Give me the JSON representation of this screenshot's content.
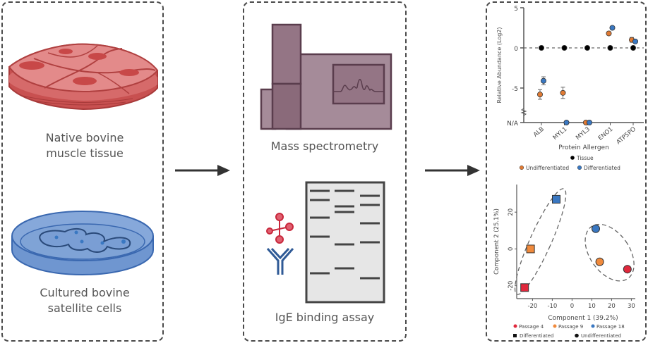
{
  "samples": {
    "native_tissue_label_line1": "Native bovine",
    "native_tissue_label_line2": "muscle tissue",
    "cultured_cells_label_line1": "Cultured bovine",
    "cultured_cells_label_line2": "satellite cells",
    "icons": [
      "muscle-tissue-icon",
      "petri-dish-icon"
    ]
  },
  "methods": {
    "mass_spec_label": "Mass spectrometry",
    "ige_assay_label": "IgE binding assay",
    "icons": [
      "mass-spectrometer-icon",
      "allergen-icon",
      "antibody-icon",
      "western-blot-icon"
    ]
  },
  "colors": {
    "tissue": "#000000",
    "undifferentiated": "#e07a33",
    "differentiated": "#3a78c2",
    "passage4": "#e0283c",
    "passage9": "#f08a3c",
    "passage18": "#3a78c2",
    "meat": "#d96a6a",
    "dish": "#7fa3d6",
    "machine": "#a58b99"
  },
  "chart_data": [
    {
      "type": "scatter",
      "title": "",
      "xlabel": "Protein Allergen",
      "ylabel": "Relative Abundance (Log2)",
      "categories": [
        "ALB",
        "MYL1",
        "MYL3",
        "ENO1",
        "ATP5PO"
      ],
      "ylim": [
        -9.5,
        5
      ],
      "yticks": [
        "5",
        "0",
        "-5",
        "N/A"
      ],
      "reference_line": 0,
      "legend": [
        "Tissue",
        "Undifferentiated",
        "Differentiated"
      ],
      "legend_placement": "bottom",
      "series": [
        {
          "name": "Tissue",
          "values": [
            0,
            0,
            0,
            0,
            0
          ]
        },
        {
          "name": "Undifferentiated",
          "values": [
            -5.8,
            -5.6,
            "N/A",
            1.8,
            1.0
          ],
          "error": [
            0.6,
            0.7,
            0,
            0.2,
            0.3
          ]
        },
        {
          "name": "Differentiated",
          "values": [
            -4.1,
            "N/A",
            "N/A",
            2.5,
            0.8
          ],
          "error": [
            0.5,
            0,
            0,
            0.1,
            0.1
          ]
        }
      ]
    },
    {
      "type": "scatter",
      "title": "",
      "xlabel": "Component 1 (39.2%)",
      "ylabel": "Component 2 (25.1%)",
      "xlim": [
        -28,
        32
      ],
      "ylim": [
        -27,
        35
      ],
      "xticks": [
        -20,
        -10,
        0,
        10,
        20,
        30
      ],
      "yticks": [
        -20,
        0,
        20
      ],
      "legend": [
        "Passage 4",
        "Passage 9",
        "Passage 18",
        "Differentiated",
        "Undifferentiated"
      ],
      "legend_placement": "bottom",
      "points": [
        {
          "passage": "Passage 4",
          "state": "Differentiated",
          "x": -24,
          "y": -21
        },
        {
          "passage": "Passage 9",
          "state": "Differentiated",
          "x": -21,
          "y": 0
        },
        {
          "passage": "Passage 18",
          "state": "Differentiated",
          "x": -8,
          "y": 27
        },
        {
          "passage": "Passage 4",
          "state": "Undifferentiated",
          "x": 28,
          "y": -11
        },
        {
          "passage": "Passage 9",
          "state": "Undifferentiated",
          "x": 14,
          "y": -7
        },
        {
          "passage": "Passage 18",
          "state": "Undifferentiated",
          "x": 12,
          "y": 11
        }
      ]
    }
  ]
}
